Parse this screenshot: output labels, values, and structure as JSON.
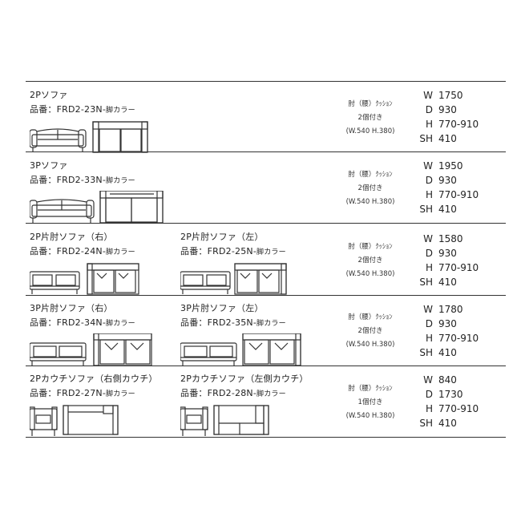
{
  "rows": [
    {
      "products": [
        {
          "name": "2Pソファ",
          "code": "品番：FRD2-23N-",
          "suffix": "脚カラー"
        }
      ],
      "note": [
        "肘（腰）ｸｯｼｮﾝ",
        "2個付き",
        "(W.540 H.380)"
      ],
      "dims": [
        {
          "label": "W",
          "value": "1750"
        },
        {
          "label": "D",
          "value": "930"
        },
        {
          "label": "H",
          "value": "770-910"
        },
        {
          "label": "SH",
          "value": "410"
        }
      ]
    },
    {
      "products": [
        {
          "name": "3Pソファ",
          "code": "品番：FRD2-33N-",
          "suffix": "脚カラー"
        }
      ],
      "note": [
        "肘（腰）ｸｯｼｮﾝ",
        "2個付き",
        "(W.540 H.380)"
      ],
      "dims": [
        {
          "label": "W",
          "value": "1950"
        },
        {
          "label": "D",
          "value": "930"
        },
        {
          "label": "H",
          "value": "770-910"
        },
        {
          "label": "SH",
          "value": "410"
        }
      ]
    },
    {
      "products": [
        {
          "name": "2P片肘ソファ（右）",
          "code": "品番：FRD2-24N-",
          "suffix": "脚カラー"
        },
        {
          "name": "2P片肘ソファ（左）",
          "code": "品番：FRD2-25N-",
          "suffix": "脚カラー"
        }
      ],
      "note": [
        "肘（腰）ｸｯｼｮﾝ",
        "2個付き",
        "(W.540 H.380)"
      ],
      "dims": [
        {
          "label": "W",
          "value": "1580"
        },
        {
          "label": "D",
          "value": "930"
        },
        {
          "label": "H",
          "value": "770-910"
        },
        {
          "label": "SH",
          "value": "410"
        }
      ]
    },
    {
      "products": [
        {
          "name": "3P片肘ソファ（右）",
          "code": "品番：FRD2-34N-",
          "suffix": "脚カラー"
        },
        {
          "name": "3P片肘ソファ（左）",
          "code": "品番：FRD2-35N-",
          "suffix": "脚カラー"
        }
      ],
      "note": [
        "肘（腰）ｸｯｼｮﾝ",
        "2個付き",
        "(W.540 H.380)"
      ],
      "dims": [
        {
          "label": "W",
          "value": "1780"
        },
        {
          "label": "D",
          "value": "930"
        },
        {
          "label": "H",
          "value": "770-910"
        },
        {
          "label": "SH",
          "value": "410"
        }
      ]
    },
    {
      "products": [
        {
          "name": "2Pカウチソファ（右側カウチ）",
          "code": "品番：FRD2-27N-",
          "suffix": "脚カラー"
        },
        {
          "name": "2Pカウチソファ（左側カウチ）",
          "code": "品番：FRD2-28N-",
          "suffix": "脚カラー"
        }
      ],
      "note": [
        "肘（腰）ｸｯｼｮﾝ",
        "1個付き",
        "(W.540 H.380)"
      ],
      "dims": [
        {
          "label": "W",
          "value": "840"
        },
        {
          "label": "D",
          "value": "1730"
        },
        {
          "label": "H",
          "value": "770-910"
        },
        {
          "label": "SH",
          "value": "410"
        }
      ]
    }
  ]
}
